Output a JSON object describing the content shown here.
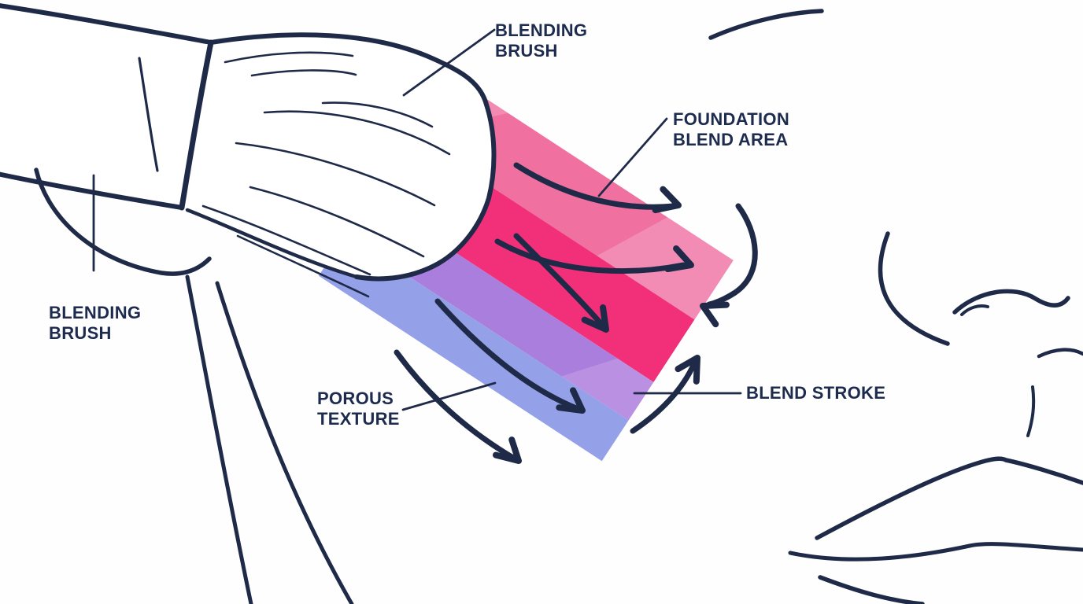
{
  "canvas": {
    "background": "#fefefe"
  },
  "colors": {
    "line": "#1e2a47",
    "text": "#1d2b4e",
    "rose_light": "#f6a3c5",
    "purple_light": "#cfa6ea"
  },
  "labels": {
    "blending_brush_top": {
      "line1": "BLENDING",
      "line2": "BRUSH"
    },
    "foundation_blend_area": {
      "line1": "FOUNDATION",
      "line2": "BLEND AREA"
    },
    "blending_brush_left": {
      "line1": "BLENDING",
      "line2": "BRUSH"
    },
    "porous_texture": {
      "line1": "POROUS",
      "line2": "TEXTURE"
    },
    "blend_stroke": {
      "line1": "BLEND STROKE"
    }
  },
  "swatch": {
    "stripes": [
      {
        "name": "rose-pink",
        "color": "#f0719f"
      },
      {
        "name": "hot-pink",
        "color": "#f23079"
      },
      {
        "name": "purple",
        "color": "#aa7edd"
      },
      {
        "name": "periwinkle-blue",
        "color": "#94a1e9"
      }
    ]
  }
}
